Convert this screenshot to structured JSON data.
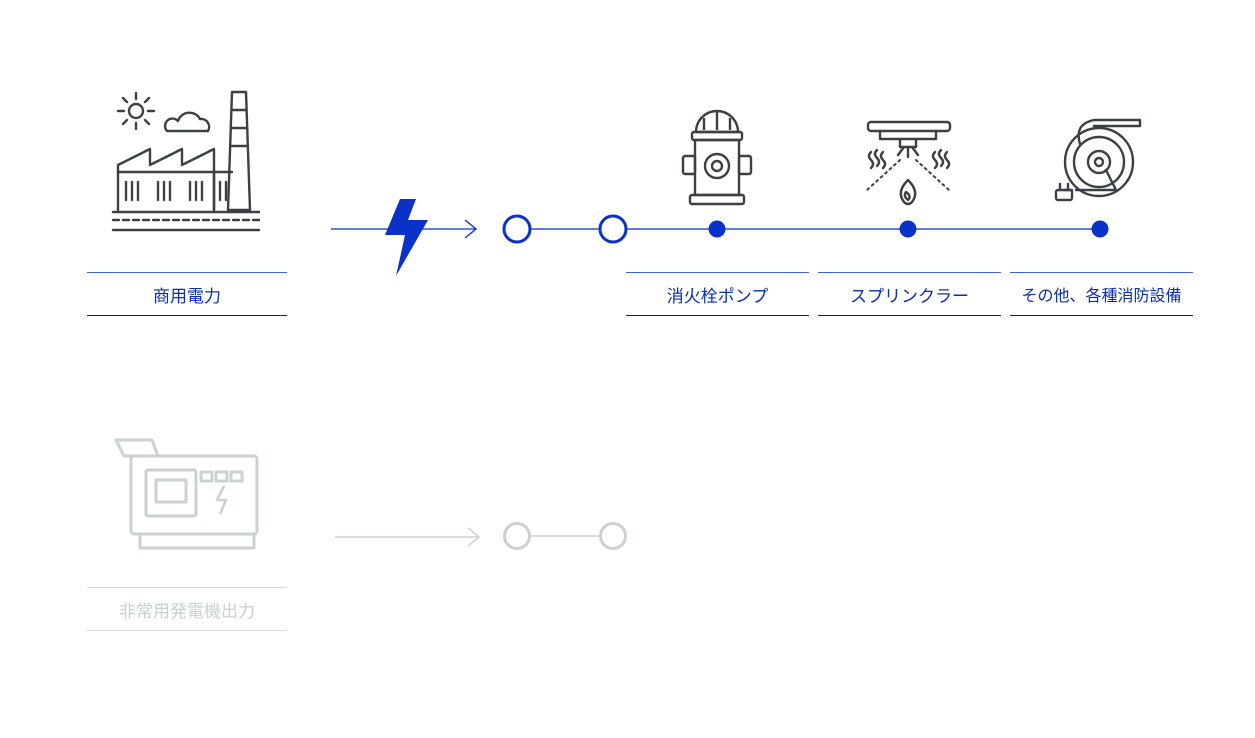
{
  "colors": {
    "active_line": "#0b32c8",
    "label_text": "#0a2fb5",
    "icon_dark": "#3a4046",
    "inactive": "#c9d2d3"
  },
  "icons": {
    "factory": "factory-icon",
    "bolt": "lightning-bolt-icon",
    "hydrant": "fire-hydrant-icon",
    "sprinkler": "sprinkler-icon",
    "hose": "hose-reel-icon",
    "generator": "generator-icon"
  },
  "commercial": {
    "source_label": "商用電力",
    "destinations": [
      {
        "label": "消火栓ポンプ"
      },
      {
        "label": "スプリンクラー"
      },
      {
        "label": "その他、各種消防設備"
      }
    ]
  },
  "emergency": {
    "source_label": "非常用発電機出力"
  }
}
